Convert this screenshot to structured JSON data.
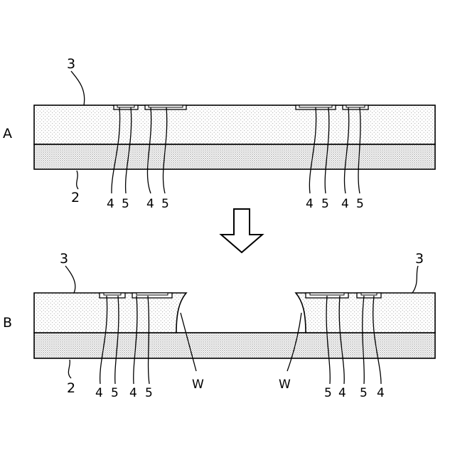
{
  "panels": {
    "a": {
      "label": "A",
      "layer_top": "3",
      "layer_bottom": "2",
      "callouts": [
        "4",
        "5",
        "4",
        "5",
        "4",
        "5",
        "4",
        "5"
      ]
    },
    "b": {
      "label": "B",
      "layer_top_left": "3",
      "layer_top_right": "3",
      "layer_bottom": "2",
      "callouts_left": [
        "4",
        "5",
        "4",
        "5"
      ],
      "wall_left": "W",
      "wall_right": "W",
      "callouts_right": [
        "5",
        "4",
        "5",
        "4"
      ]
    }
  },
  "colors": {
    "upper_layer_dots": "#9a9a9a",
    "lower_layer_dots": "#4a4a4a",
    "line": "#000000"
  }
}
